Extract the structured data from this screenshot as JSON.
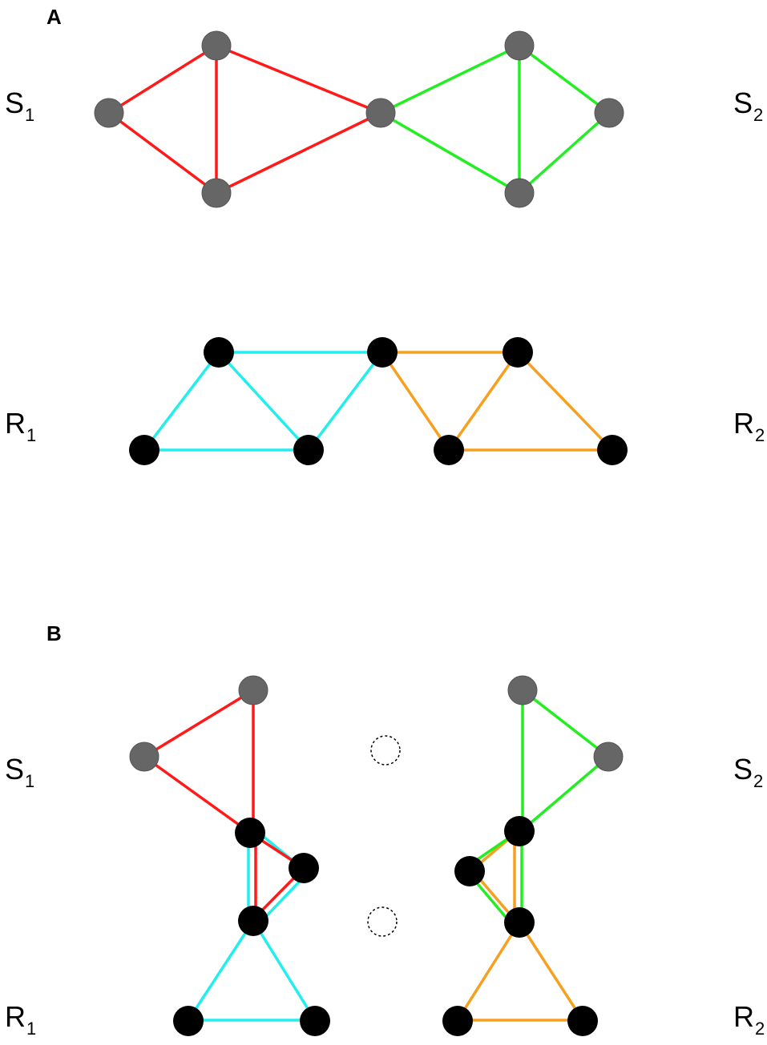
{
  "colors": {
    "red": "#ff1a1a",
    "green": "#22ee22",
    "cyan": "#22eeee",
    "orange": "#f7a020",
    "node_grey": "#666666",
    "node_black": "#000000",
    "dashed_outline": "#000000"
  },
  "panels": {
    "a": {
      "letter": "A"
    },
    "b": {
      "letter": "B"
    }
  },
  "labels": {
    "s1": {
      "main": "S",
      "sub": "1"
    },
    "s2": {
      "main": "S",
      "sub": "2"
    },
    "r1": {
      "main": "R",
      "sub": "1"
    },
    "r2": {
      "main": "R",
      "sub": "2"
    }
  },
  "icons": {
    "grey_node": "filled-circle-grey",
    "black_node": "filled-circle-black",
    "empty_slot": "dashed-circle"
  }
}
